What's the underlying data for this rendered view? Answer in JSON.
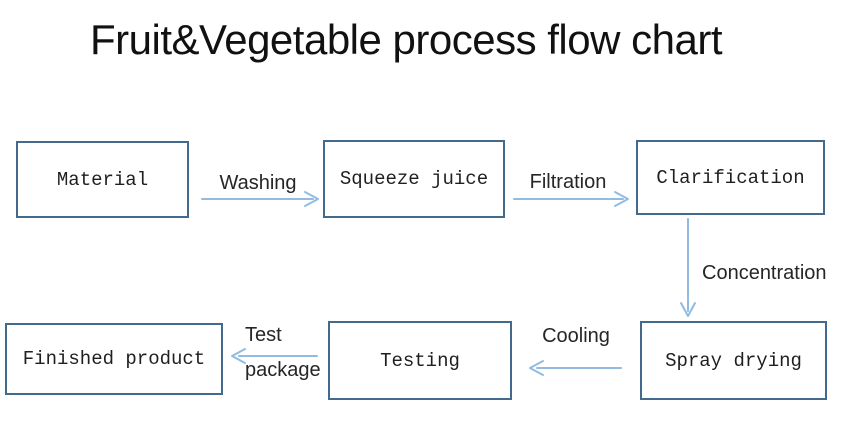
{
  "title": "Fruit&Vegetable process flow chart",
  "diagram": {
    "type": "flowchart",
    "nodes": [
      {
        "id": "material",
        "label": "Material"
      },
      {
        "id": "squeeze-juice",
        "label": "Squeeze juice"
      },
      {
        "id": "clarification",
        "label": "Clarification"
      },
      {
        "id": "spray-drying",
        "label": "Spray drying"
      },
      {
        "id": "testing",
        "label": "Testing"
      },
      {
        "id": "finished-product",
        "label": "Finished product"
      }
    ],
    "edges": [
      {
        "from": "material",
        "to": "squeeze-juice",
        "label": "Washing",
        "direction": "right"
      },
      {
        "from": "squeeze-juice",
        "to": "clarification",
        "label": "Filtration",
        "direction": "right"
      },
      {
        "from": "clarification",
        "to": "spray-drying",
        "label": "Concentration",
        "direction": "down"
      },
      {
        "from": "spray-drying",
        "to": "testing",
        "label": "Cooling",
        "direction": "left"
      },
      {
        "from": "testing",
        "to": "finished-product",
        "label": "Test package",
        "direction": "left",
        "label_lines": [
          "Test",
          "package"
        ]
      }
    ]
  },
  "colors": {
    "background": "#ffffff",
    "box_border": "#44698f",
    "arrow": "#92bbe2",
    "title_text": "#111111",
    "node_text": "#1f1f1f",
    "label_text": "#262626"
  }
}
